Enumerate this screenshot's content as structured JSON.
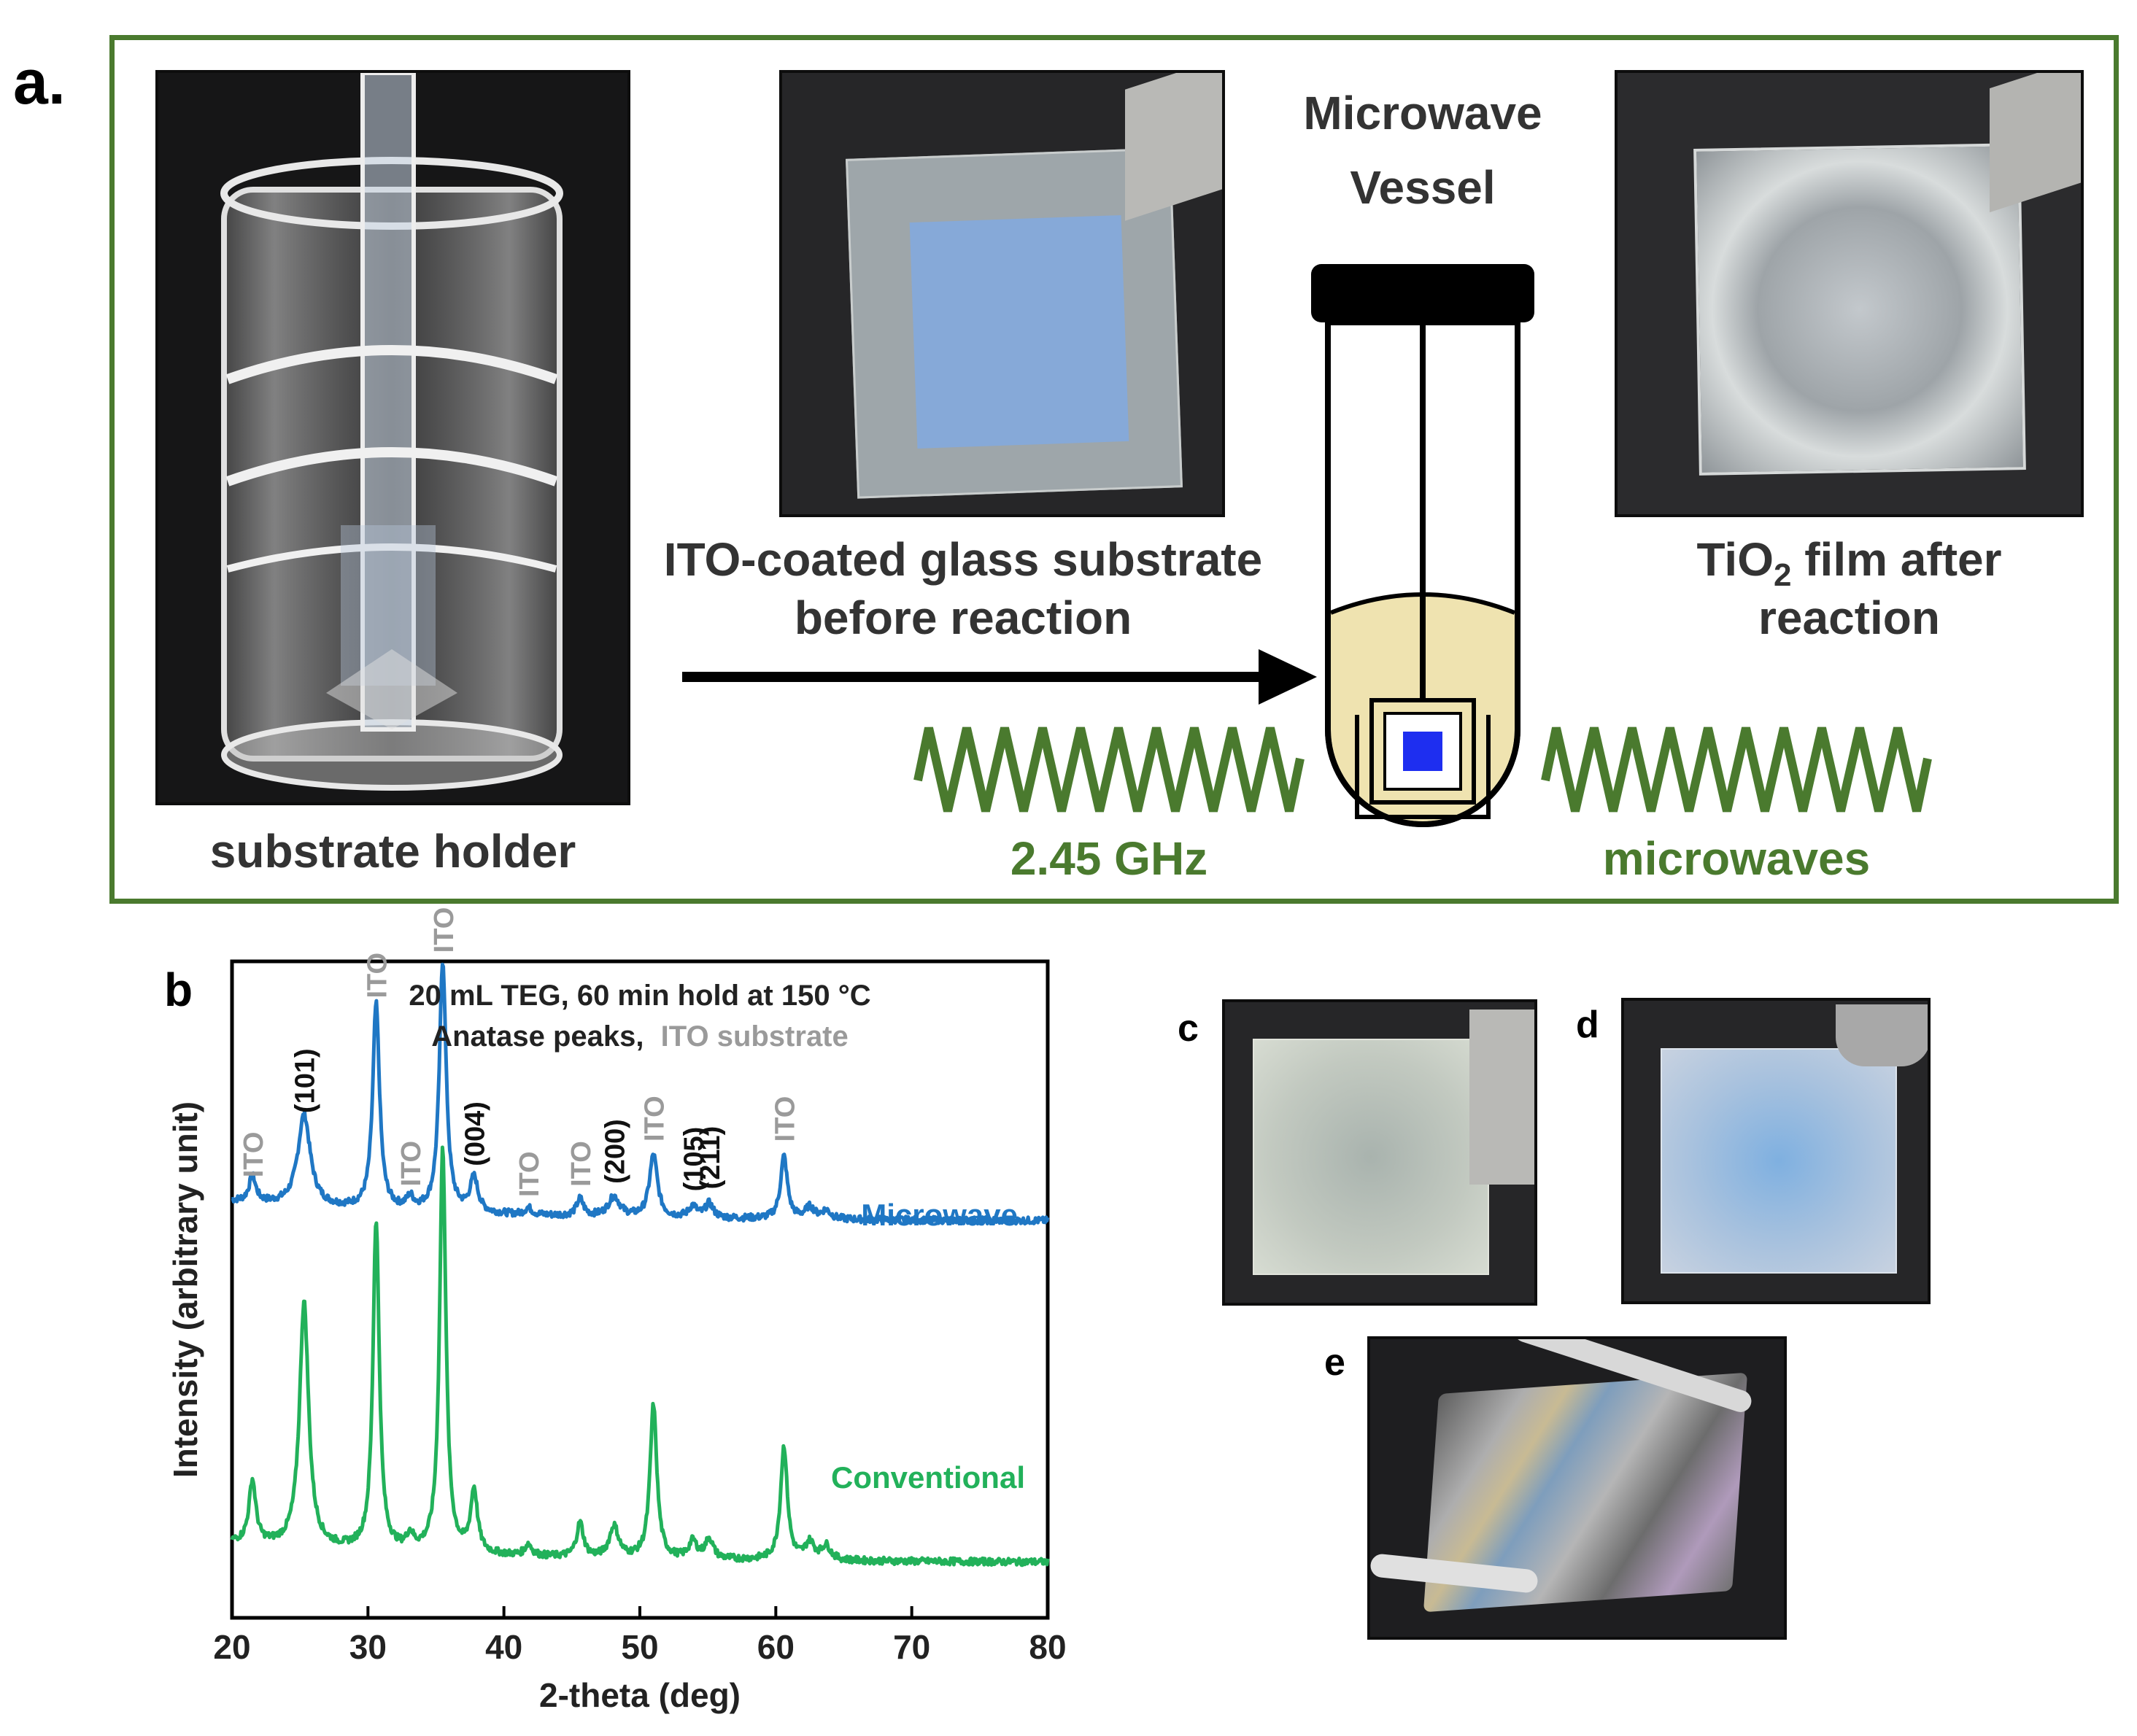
{
  "panel_a": {
    "label": "a.",
    "substrate_holder": "substrate holder",
    "ito_line1": "ITO-coated glass substrate",
    "ito_line2": "before reaction",
    "vessel_line1": "Microwave",
    "vessel_line2": "Vessel",
    "tio2_pre": "TiO",
    "tio2_sub": "2",
    "tio2_post": " film after",
    "tio2_line2": "reaction",
    "freq": "2.45 GHz",
    "microwaves": "microwaves"
  },
  "panel_labels": {
    "b": "b",
    "c": "c",
    "d": "d",
    "e": "e"
  },
  "colors": {
    "green": "#4a7a2e",
    "microwave_series": "#1f77c4",
    "conventional_series": "#22b15a",
    "ito_gray": "#9a9a9a",
    "vessel_fill": "#efe3b0",
    "substrate_blue": "#1e2ef0"
  },
  "chart_data": {
    "type": "line",
    "title_line1": "20 mL TEG, 60 min hold at 150 °C",
    "title_line2_black": "Anatase peaks,",
    "title_line2_gray": "ITO substrate",
    "xlabel": "2-theta (deg)",
    "ylabel": "Intensity (arbitrary unit)",
    "xlim": [
      20,
      80
    ],
    "xticks": [
      20,
      30,
      40,
      50,
      60,
      70,
      80
    ],
    "series": [
      {
        "name": "Microwave",
        "color": "#1f77c4",
        "offset": 0.62,
        "peaks": [
          [
            21.5,
            0.045,
            0.3
          ],
          [
            25.3,
            0.16,
            0.55
          ],
          [
            30.6,
            0.36,
            0.3
          ],
          [
            33.1,
            0.02,
            0.3
          ],
          [
            35.5,
            0.44,
            0.3
          ],
          [
            37.8,
            0.06,
            0.35
          ],
          [
            41.8,
            0.012,
            0.3
          ],
          [
            45.6,
            0.03,
            0.3
          ],
          [
            48.1,
            0.035,
            0.5
          ],
          [
            51.0,
            0.11,
            0.35
          ],
          [
            53.9,
            0.02,
            0.35
          ],
          [
            55.1,
            0.025,
            0.35
          ],
          [
            60.6,
            0.11,
            0.3
          ],
          [
            62.5,
            0.02,
            0.4
          ],
          [
            63.7,
            0.015,
            0.4
          ]
        ]
      },
      {
        "name": "Conventional",
        "color": "#22b15a",
        "offset": 0.02,
        "peaks": [
          [
            21.5,
            0.11,
            0.3
          ],
          [
            25.3,
            0.43,
            0.4
          ],
          [
            30.6,
            0.58,
            0.28
          ],
          [
            33.1,
            0.025,
            0.3
          ],
          [
            35.5,
            0.71,
            0.28
          ],
          [
            37.8,
            0.11,
            0.3
          ],
          [
            41.8,
            0.02,
            0.3
          ],
          [
            45.6,
            0.06,
            0.3
          ],
          [
            48.1,
            0.055,
            0.4
          ],
          [
            51.0,
            0.27,
            0.3
          ],
          [
            53.9,
            0.03,
            0.35
          ],
          [
            55.1,
            0.035,
            0.35
          ],
          [
            60.6,
            0.2,
            0.3
          ],
          [
            62.5,
            0.03,
            0.4
          ],
          [
            63.7,
            0.025,
            0.4
          ]
        ]
      }
    ],
    "annotations": [
      {
        "text": "ITO",
        "x": 21.5,
        "kind": "ito"
      },
      {
        "text": "(101)",
        "x": 25.3,
        "kind": "anatase"
      },
      {
        "text": "ITO",
        "x": 30.6,
        "kind": "ito"
      },
      {
        "text": "ITO",
        "x": 33.1,
        "kind": "ito"
      },
      {
        "text": "ITO",
        "x": 35.5,
        "kind": "ito"
      },
      {
        "text": "(004)",
        "x": 37.8,
        "kind": "anatase"
      },
      {
        "text": "ITO",
        "x": 41.8,
        "kind": "ito"
      },
      {
        "text": "ITO",
        "x": 45.6,
        "kind": "ito"
      },
      {
        "text": "(200)",
        "x": 48.1,
        "kind": "anatase"
      },
      {
        "text": "ITO",
        "x": 51.0,
        "kind": "ito"
      },
      {
        "text": "(105)",
        "x": 53.9,
        "kind": "anatase"
      },
      {
        "text": "(211)",
        "x": 55.1,
        "kind": "anatase"
      },
      {
        "text": "ITO",
        "x": 60.6,
        "kind": "ito"
      }
    ]
  }
}
